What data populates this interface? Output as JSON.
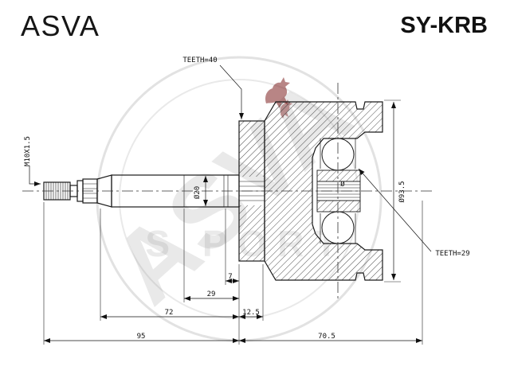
{
  "header": {
    "brand": "ASVA",
    "part_number": "SY-KRB"
  },
  "drawing": {
    "labels": {
      "teeth_outer": "TEETH=40",
      "teeth_inner": "TEETH=29",
      "thread_spec": "M10X1.5",
      "shaft_diameter": "Ø20",
      "housing_diameter": "Ø93.5",
      "diameter_symbol": "Ø"
    },
    "dimensions": {
      "groove_to_end": "7",
      "spline_length": "29",
      "shaft_length": "72",
      "ring_width": "12.5",
      "overall_shaft_length": "95",
      "joint_length": "70.5"
    }
  },
  "watermark": {
    "brand": "ASVA",
    "subtext": "S PORT"
  }
}
